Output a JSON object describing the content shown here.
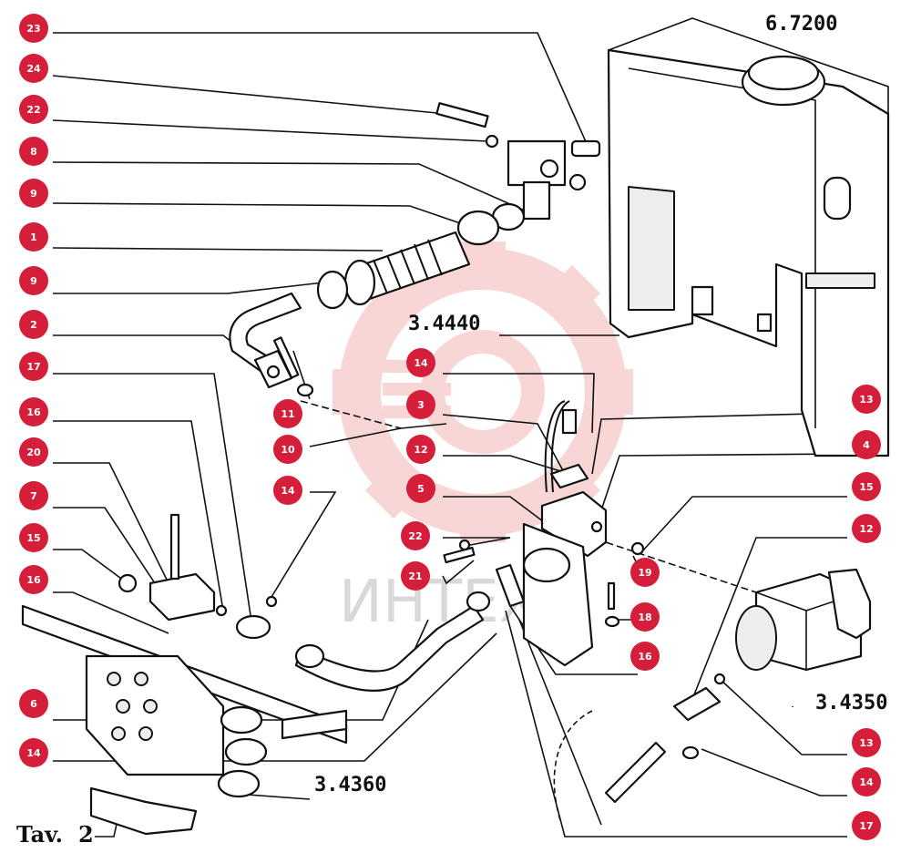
{
  "colors": {
    "callout_fill": "#d51f3a",
    "watermark_logo": "#f3b5b5",
    "ink": "#111111"
  },
  "watermark": "ИНТЕХ",
  "caption": {
    "label": "Tav.",
    "number": "2"
  },
  "references": [
    "6.7200",
    "3.4440",
    "3.4350",
    "3.4360"
  ],
  "callouts": [
    "23",
    "24",
    "22",
    "8",
    "9",
    "1",
    "9",
    "2",
    "17",
    "16",
    "20",
    "7",
    "15",
    "16",
    "6",
    "14",
    "11",
    "10",
    "14",
    "14",
    "3",
    "12",
    "5",
    "22",
    "21",
    "13",
    "4",
    "15",
    "12",
    "19",
    "18",
    "16",
    "13",
    "14",
    "17"
  ]
}
